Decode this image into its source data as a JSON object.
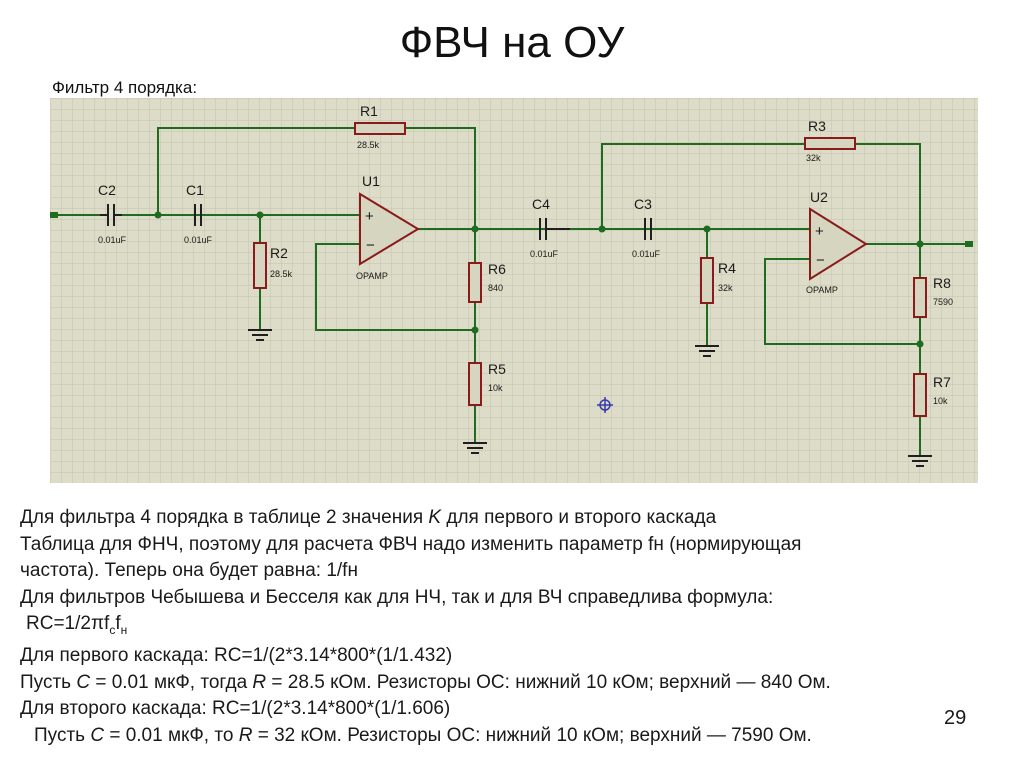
{
  "title": "ФВЧ на ОУ",
  "subtitle": "Фильтр 4 порядка:",
  "schematic": {
    "R1": {
      "ref": "R1",
      "value": "28.5k"
    },
    "R2": {
      "ref": "R2",
      "value": "28.5k"
    },
    "R3": {
      "ref": "R3",
      "value": "32k"
    },
    "R4": {
      "ref": "R4",
      "value": "32k"
    },
    "R5": {
      "ref": "R5",
      "value": "10k"
    },
    "R6": {
      "ref": "R6",
      "value": "840"
    },
    "R7": {
      "ref": "R7",
      "value": "10k"
    },
    "R8": {
      "ref": "R8",
      "value": "7590"
    },
    "C1": {
      "ref": "C1",
      "value": "0.01uF"
    },
    "C2": {
      "ref": "C2",
      "value": "0.01uF"
    },
    "C3": {
      "ref": "C3",
      "value": "0.01uF"
    },
    "C4": {
      "ref": "C4",
      "value": "0.01uF"
    },
    "U1": {
      "ref": "U1",
      "label": "OPAMP"
    },
    "U2": {
      "ref": "U2",
      "label": "OPAMP"
    }
  },
  "lines": {
    "l1": "Для фильтра 4 порядка в таблице 2 значения ",
    "l1_k": "K",
    "l1_end": " для первого и второго каскада",
    "l2": "Таблица для ФНЧ, поэтому для расчета ФВЧ надо изменить параметр  fн (нормирующая",
    "l3": "частота). Теперь она будет равна: 1/fн",
    "l4": "Для фильтров Чебышева и Бесселя как для НЧ, так и для ВЧ справедлива формула:",
    "l5_main": "RC=1/2πf",
    "l5_sub1": "c",
    "l5_f": "f",
    "l5_sub2": "н",
    "l6": "Для первого каскада: RC=1/(2*3.14*800*(1/1.432)",
    "l7_a": "Пусть ",
    "l7_c": "C",
    "l7_b": " = 0.01 мкФ, тогда ",
    "l7_r": "R",
    "l7_d": " = 28.5 кОм. Резисторы ОС: нижний 10 кОм; верхний — 840 Ом.",
    "l8": "Для второго каскада: RC=1/(2*3.14*800*(1/1.606)",
    "l9_a": "Пусть ",
    "l9_c": "C",
    "l9_b": " = 0.01 мкФ, то ",
    "l9_r": "R",
    "l9_d": " = 32 кОм. Резисторы ОС: нижний 10 кОм; верхний — 7590 Ом."
  },
  "page_number": "29",
  "colors": {
    "wire": "#1f6b1f",
    "component": "#8b1a1a",
    "grid": "#c9c9b0",
    "background": "#dcdcc8"
  }
}
